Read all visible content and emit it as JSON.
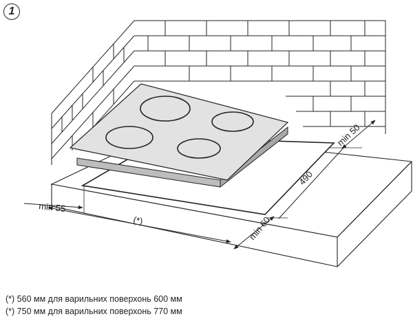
{
  "step_number": "1",
  "dimensions": {
    "back_clearance": "min 50",
    "cutout_depth": "490",
    "side_clearance": "min 55",
    "cutout_width": "(*)",
    "front_clearance": "min 60"
  },
  "footnotes": [
    "(*) 560 мм для варильних поверхонь 600 мм",
    "(*) 750 мм для варильних поверхонь 770 мм"
  ],
  "colors": {
    "line": "#222222",
    "hob_surface": "#e2e2e2",
    "hob_edge": "#bdbdbd"
  }
}
